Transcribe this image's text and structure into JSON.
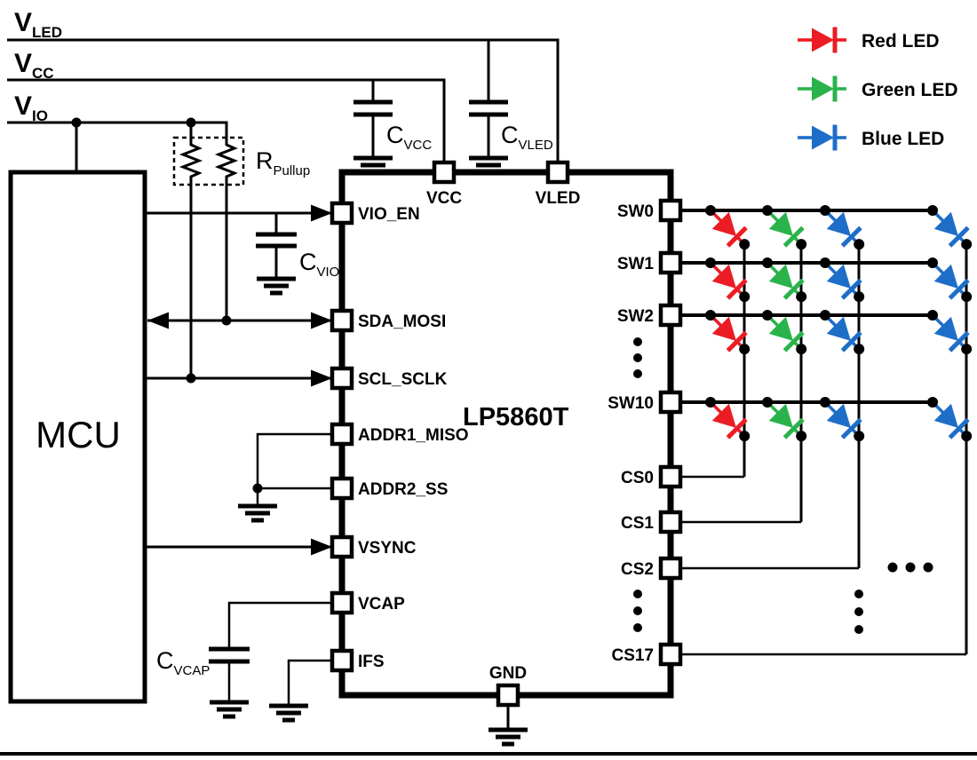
{
  "colors": {
    "wire": "#000000",
    "red": "#EC1C24",
    "green": "#2BB34B",
    "blue": "#1E6EC8"
  },
  "rails": {
    "vled": {
      "base": "V",
      "sub": "LED"
    },
    "vcc": {
      "base": "V",
      "sub": "CC"
    },
    "vio": {
      "base": "V",
      "sub": "IO"
    }
  },
  "mcu": {
    "label": "MCU"
  },
  "pullup": {
    "base": "R",
    "sub": "Pullup"
  },
  "caps": {
    "vcc": {
      "base": "C",
      "sub": "VCC"
    },
    "vled": {
      "base": "C",
      "sub": "VLED"
    },
    "vio": {
      "base": "C",
      "sub": "VIO"
    },
    "vcap": {
      "base": "C",
      "sub": "VCAP"
    }
  },
  "ic": {
    "part": "LP5860T",
    "top_pins": [
      "VCC",
      "VLED"
    ],
    "bottom_pins": [
      "GND"
    ],
    "left_pins": [
      "VIO_EN",
      "SDA_MOSI",
      "SCL_SCLK",
      "ADDR1_MISO",
      "ADDR2_SS",
      "VSYNC",
      "VCAP",
      "IFS"
    ],
    "right_pins": [
      "SW0",
      "SW1",
      "SW2",
      "SW10",
      "CS0",
      "CS1",
      "CS2",
      "CS17"
    ]
  },
  "legend": [
    {
      "label": "Red LED"
    },
    {
      "label": "Green LED"
    },
    {
      "label": "Blue LED"
    }
  ]
}
